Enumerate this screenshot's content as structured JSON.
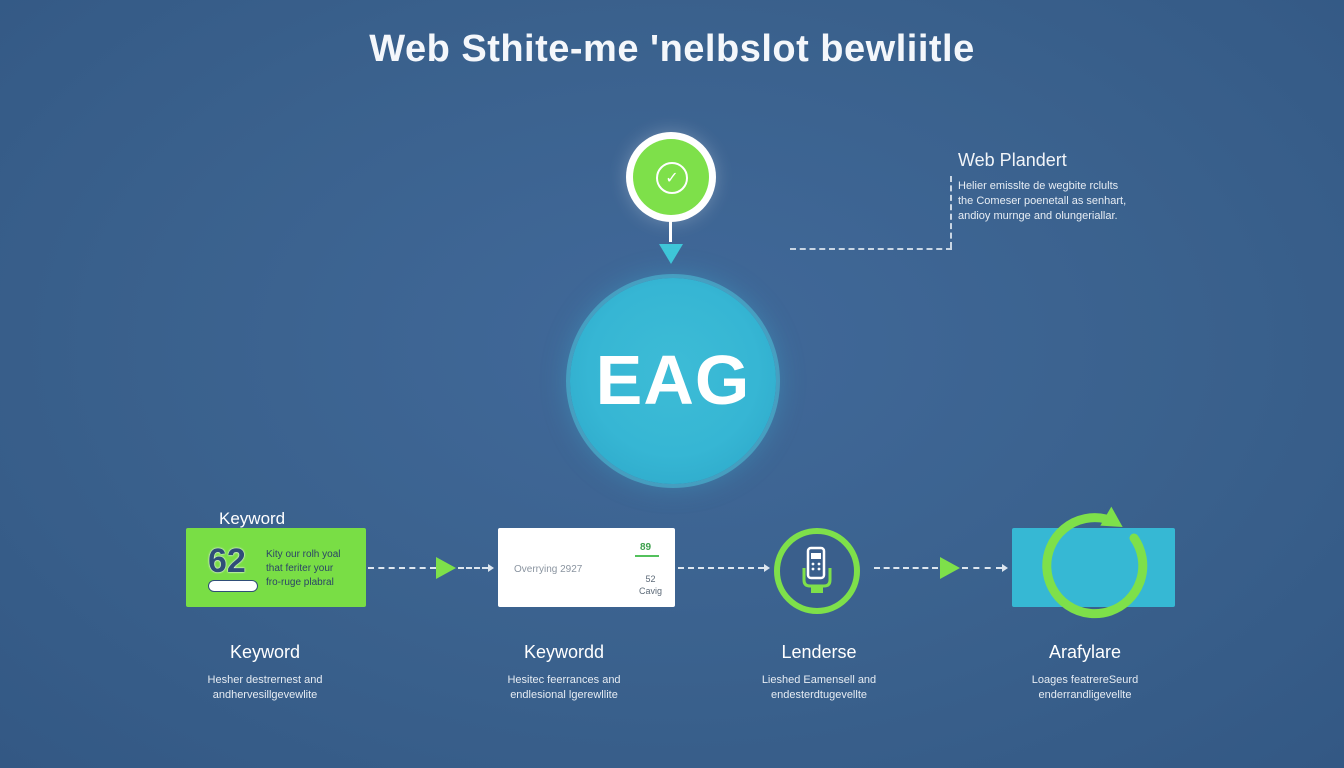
{
  "title": "Web Sthite-me 'nelbslot bewliitle",
  "top_node": {
    "icon": "check-icon"
  },
  "hub": {
    "label": "EAG"
  },
  "annotation": {
    "title": "Web Plandert",
    "lines": [
      "Helier emisslte de wegbite rclults",
      "the Comeser poenetall as senhart,",
      "andioy murnge and olungeriallar."
    ]
  },
  "steps": [
    {
      "top_label": "Keyword",
      "big_number": "62",
      "card_lines": [
        "Kity our rolh yoal",
        "that feriter your",
        "fro-ruge plabral"
      ],
      "title": "Keyword",
      "lines": [
        "Hesher destrernest and",
        "andhervesillgevewlite"
      ],
      "colors": {
        "card": "#79de45"
      }
    },
    {
      "card_text": "Overrying 2927",
      "card_number": "89",
      "card_small": [
        "52",
        "Cavig"
      ],
      "title": "Keywordd",
      "lines": [
        "Hesitec feerrances and",
        "endlesional lgerewllite"
      ],
      "colors": {
        "card": "#ffffff"
      }
    },
    {
      "icon": "mobile-phone-icon",
      "title": "Lenderse",
      "lines": [
        "Lieshed Eamensell and",
        "endesterdtugevellte"
      ],
      "colors": {
        "ring": "#7ee04a"
      }
    },
    {
      "icon": "cycle-icon",
      "title": "Arafylare",
      "lines": [
        "Loages featrereSeurd",
        "enderrandligevellte"
      ],
      "colors": {
        "card": "#36b8d4"
      }
    }
  ],
  "colors": {
    "background": "#3b6390",
    "accent_green": "#7ee04a",
    "accent_cyan": "#36b8d4"
  }
}
